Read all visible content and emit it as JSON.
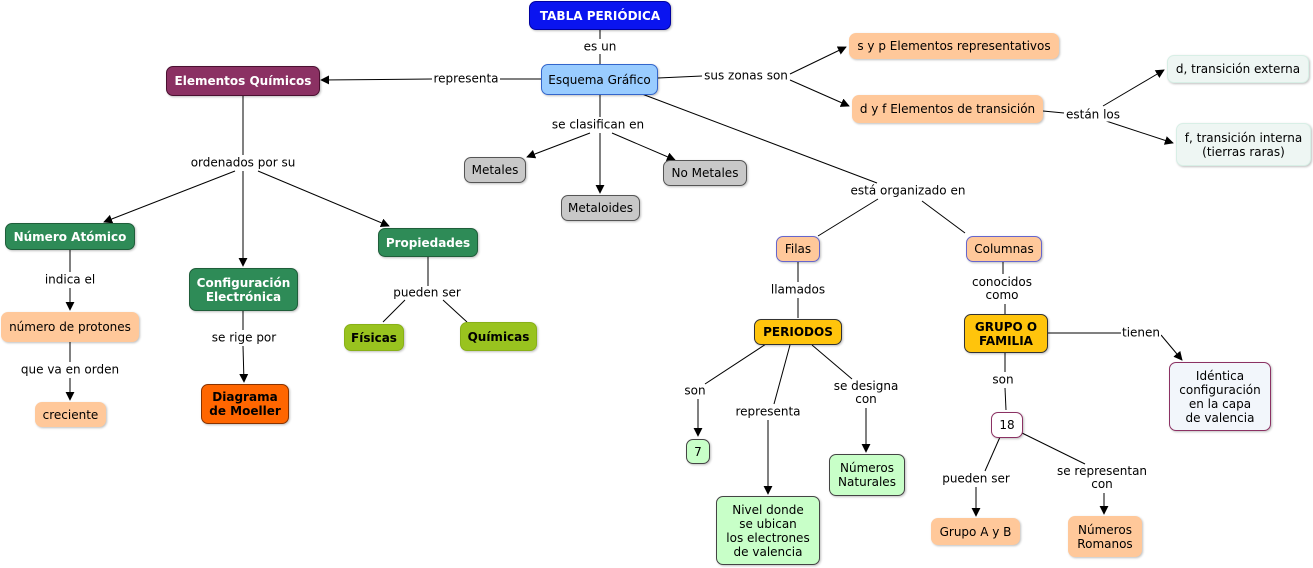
{
  "nodes": {
    "tabla": "TABLA PERIÓDICA",
    "esquema": "Esquema Gráfico",
    "elementos": "Elementos Químicos",
    "sp": "s y p Elementos representativos",
    "df": "d y f Elementos de transición",
    "d_ext": "d, transición externa",
    "f_int": "f, transición interna\n(tierras raras)",
    "metales": "Metales",
    "metaloides": "Metaloides",
    "no_metales": "No Metales",
    "numero_atomico": "Número Atómico",
    "configuracion": "Configuración\nElectrónica",
    "propiedades": "Propiedades",
    "numero_protones": "número de protones",
    "creciente": "creciente",
    "diagrama": "Diagrama\nde Moeller",
    "fisicas": "Físicas",
    "quimicas": "Químicas",
    "filas": "Filas",
    "columnas": "Columnas",
    "periodos": "PERIODOS",
    "grupo": "GRUPO O\nFAMILIA",
    "siete": "7",
    "nivel": "Nivel donde\nse ubican\nlos electrones\nde valencia",
    "naturales": "Números\nNaturales",
    "identica": "Idéntica\nconfiguración\nen la capa\nde valencia",
    "dieciocho": "18",
    "grupo_ab": "Grupo A y B",
    "romanos": "Números\nRomanos"
  },
  "labels": {
    "es_un": "es un",
    "representa": "representa",
    "sus_zonas": "sus zonas son",
    "estan_los": "están los",
    "se_clasifican": "se clasifican en",
    "ordenados": "ordenados por su",
    "esta_organizado": "está organizado en",
    "indica": "indica el",
    "que_va": "que va en orden",
    "se_rige": "se rige por",
    "pueden_ser_1": "pueden ser",
    "llamados": "llamados",
    "conocidos": "conocidos\ncomo",
    "son_1": "son",
    "representa_2": "representa",
    "se_designa": "se designa\ncon",
    "tienen": "tienen",
    "son_2": "son",
    "pueden_ser_2": "pueden ser",
    "se_representan": "se representan\ncon"
  }
}
